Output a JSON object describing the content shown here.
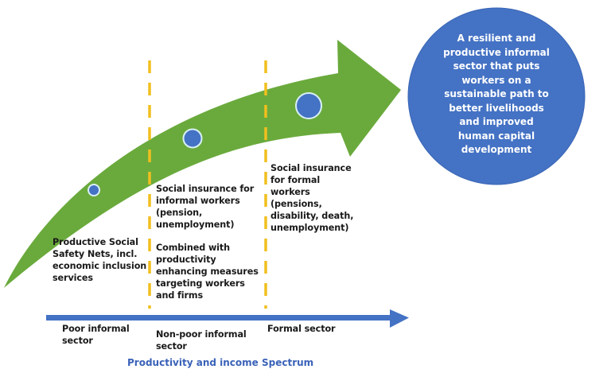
{
  "colors": {
    "arrow_green": "#6aaa3c",
    "axis_blue": "#4472c4",
    "dot_blue": "#4472c4",
    "dot_outline": "#d9f0f5",
    "divider_yellow": "#f1bf1e",
    "goal_circle": "#4472c4",
    "axis_title": "#3a62b8"
  },
  "goal": {
    "text": "A resilient and\nproductive informal\nsector that puts\nworkers on a\nsustainable path to\nbetter livelihoods\nand improved\nhuman capital\ndevelopment"
  },
  "stages": [
    {
      "intervention": "Productive Social\nSafety Nets, incl.\neconomic inclusion\nservices",
      "sector": "Poor informal\nsector"
    },
    {
      "intervention": "Social insurance for\ninformal workers\n(pension,\nunemployment)",
      "intervention_extra": "Combined with\nproductivity\nenhancing measures\ntargeting workers\nand firms",
      "sector": "Non-poor informal\nsector"
    },
    {
      "intervention": "Social insurance\nfor formal\nworkers\n(pensions,\ndisability, death,\nunemployment)",
      "sector": "Formal sector"
    }
  ],
  "axis": {
    "title": "Productivity and income Spectrum"
  }
}
